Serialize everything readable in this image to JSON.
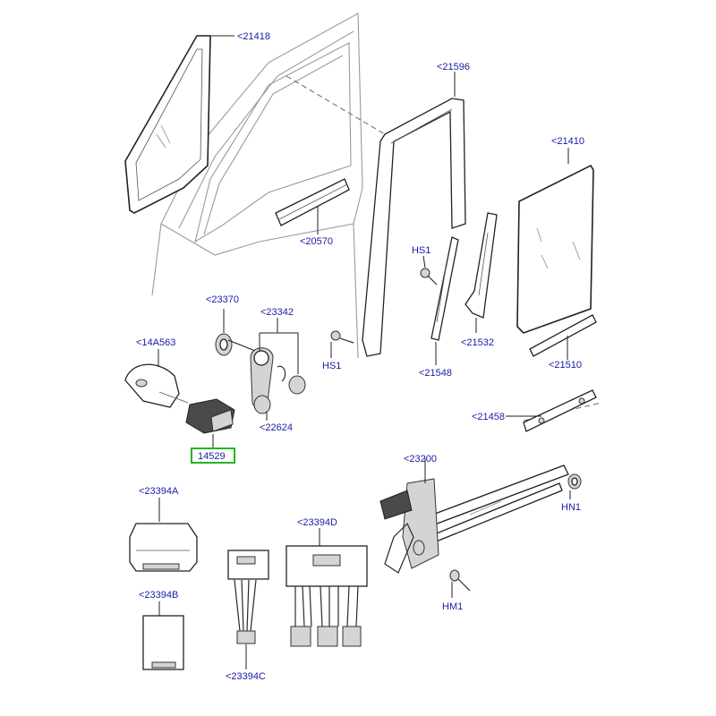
{
  "labels": {
    "l21418": "<21418",
    "l21596": "<21596",
    "l21410": "<21410",
    "l20570": "<20570",
    "lHS1a": "HS1",
    "lHS1b": "HS1",
    "l23370": "<23370",
    "l23342": "<23342",
    "l14A563": "<14A563",
    "l22624": "<22624",
    "l21548": "<21548",
    "l21532": "<21532",
    "l21510": "<21510",
    "l14529": "14529",
    "l21458": "<21458",
    "l23200": "<23200",
    "lHN1": "HN1",
    "l23394A": "<23394A",
    "l23394D": "<23394D",
    "lHM1": "HM1",
    "l23394B": "<23394B",
    "l23394C": "<23394C"
  },
  "highlight": {
    "color": "#22b522",
    "part": "14529"
  },
  "label_color": "#1a1aa6"
}
